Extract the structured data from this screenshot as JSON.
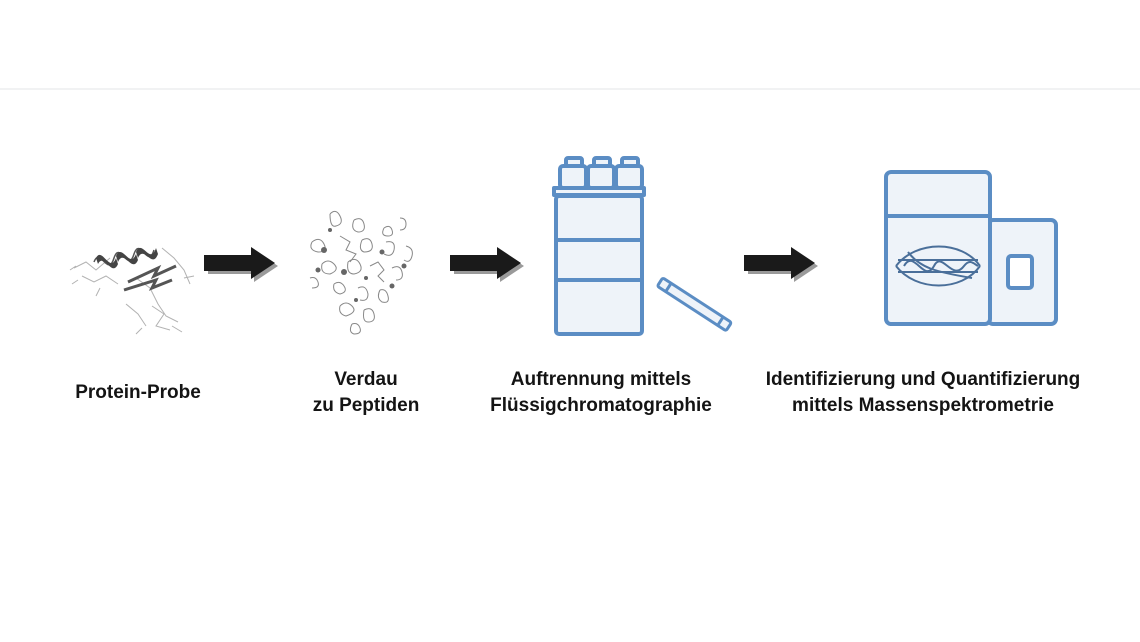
{
  "steps": [
    {
      "name": "protein-probe",
      "lines": [
        "Protein-Probe"
      ]
    },
    {
      "name": "digestion",
      "lines": [
        "Verdau",
        "zu Peptiden"
      ]
    },
    {
      "name": "chromatography",
      "lines": [
        "Auftrennung mittels",
        "Flüssigchromatographie"
      ]
    },
    {
      "name": "mass-spec",
      "lines": [
        "Identifizierung und Quantifizierung",
        "mittels Massenspektrometrie"
      ]
    }
  ],
  "colors": {
    "instrument_blue": "#5b8dc4",
    "instrument_fill": "#eef3f9",
    "arrow": "#1a1a1a",
    "arrow_shadow": "#9a9a9a",
    "text": "#141414"
  }
}
